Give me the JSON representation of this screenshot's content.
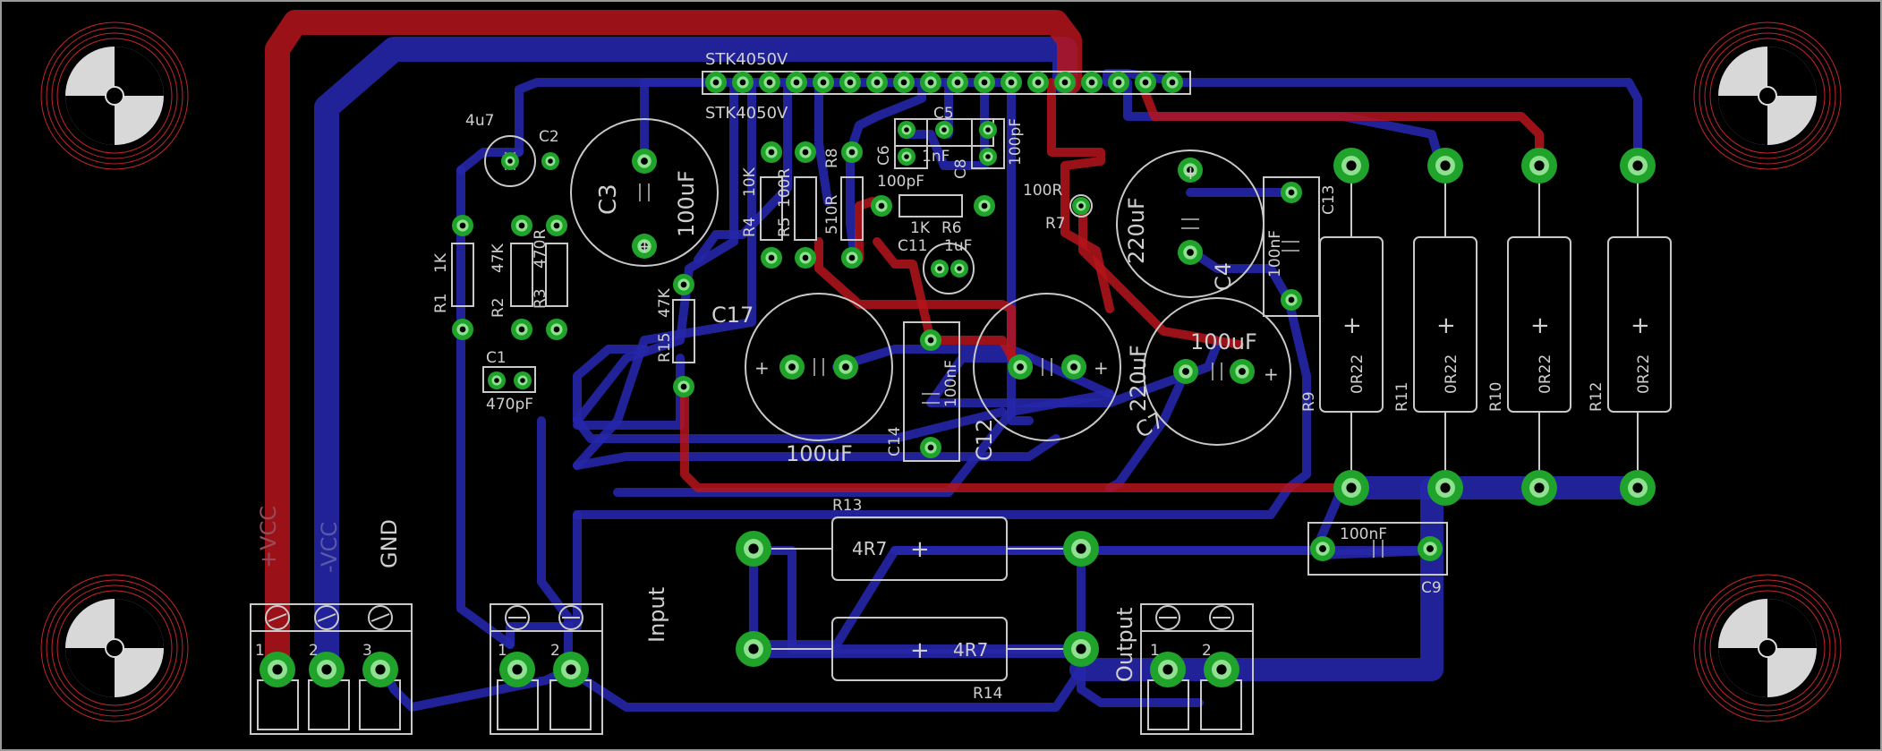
{
  "board": {
    "ic_name_top": "STK4050V",
    "ic_name_bottom": "STK4050V"
  },
  "components": {
    "c2_value": "4u7",
    "c2_name": "C2",
    "c3_name": "C3",
    "c3_value": "100uF",
    "r1_name": "R1",
    "r1_value": "1K",
    "r2_name": "R2",
    "r2_value": "47K",
    "r3_name": "R3",
    "r3_value": "470R",
    "c1_name": "C1",
    "c1_value": "470pF",
    "r4_name": "R4",
    "r4_value": "10K",
    "r5_name": "R5",
    "r5_value": "100R",
    "r8_name": "R8",
    "r8_value": "510R",
    "c6_name": "C6",
    "c6_value": "100pF",
    "c5_name": "C5",
    "c5_value": "1nF",
    "c8_name": "C8",
    "c8_value": "100pF",
    "r6_name": "R6",
    "r6_value": "1K",
    "c11_name": "C11",
    "c11_value": "1uF",
    "r7_name": "R7",
    "r7_value": "100R",
    "r15_name": "R15",
    "r15_value": "47K",
    "c17_name": "C17",
    "c17_value": "100uF",
    "c14_name": "C14",
    "c14_value": "100nF",
    "c12_name": "C12",
    "c12_value": "220uF",
    "c4_name": "C4",
    "c4_value": "220uF",
    "c7_name": "C7",
    "c7_value": "100uF",
    "c13_name": "C13",
    "c13_value": "100nF",
    "r9_name": "R9",
    "r9_value": "0R22",
    "r11_name": "R11",
    "r11_value": "0R22",
    "r10_name": "R10",
    "r10_value": "0R22",
    "r12_name": "R12",
    "r12_value": "0R22",
    "r13_name": "R13",
    "r13_value": "4R7",
    "r14_name": "R14",
    "r14_value": "4R7",
    "c9_name": "C9",
    "c9_value": "100nF"
  },
  "connectors": {
    "power_vcc_pos": "+VCC",
    "power_vcc_neg": "-VCC",
    "power_gnd": "GND",
    "power_pin1": "1",
    "power_pin2": "2",
    "power_pin3": "3",
    "input_label": "Input",
    "input_pin1": "1",
    "input_pin2": "2",
    "output_label": "Output",
    "output_pin1": "1",
    "output_pin2": "2"
  },
  "polarity": {
    "plus": "+"
  },
  "colors": {
    "background": "#000000",
    "top_copper": "#b5141b",
    "bottom_copper": "#2626a8",
    "pad": "#1fa32a",
    "silkscreen": "#c9c9c9"
  }
}
